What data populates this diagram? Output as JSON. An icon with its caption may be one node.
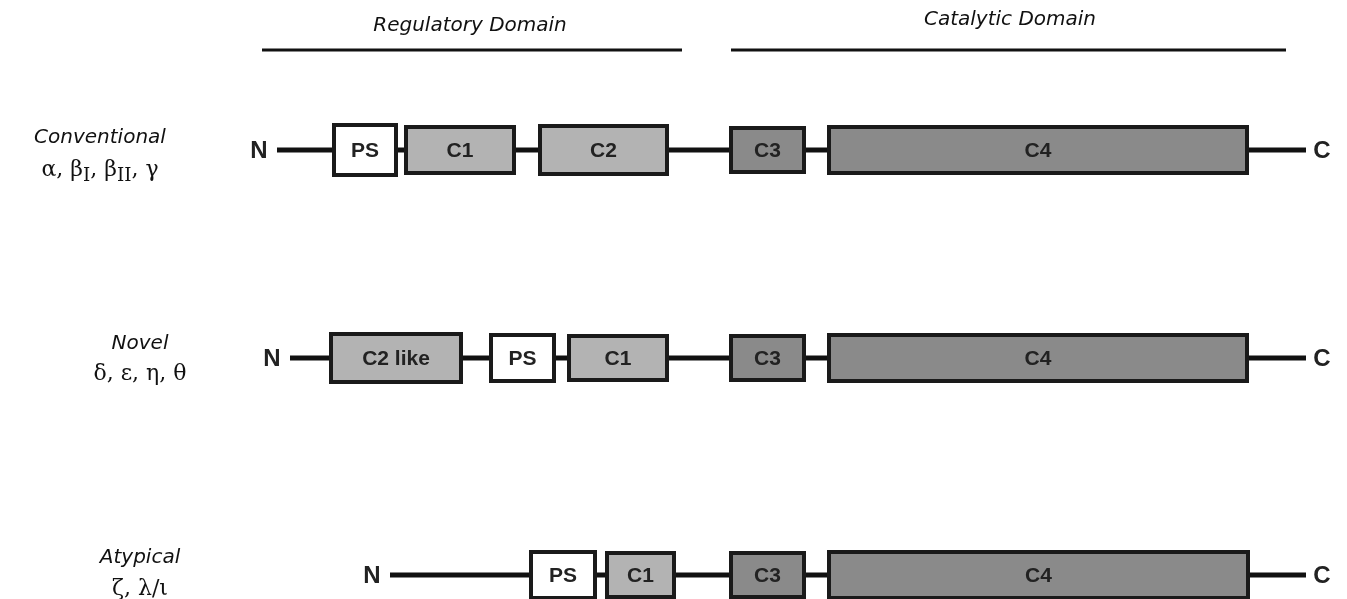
{
  "diagram": {
    "nodes": [
      {
        "text": [
          "N"
        ]
      },
      {
        "text": [
          "PS"
        ]
      },
      {
        "text": [
          "C1"
        ]
      },
      {
        "text": [
          "C2"
        ]
      },
      {
        "text": [
          "C3"
        ]
      },
      {
        "text": [
          "C4"
        ]
      },
      {
        "text": [
          "C"
        ]
      },
      {
        "text": [
          "N"
        ]
      },
      {
        "text": [
          "C2 like"
        ]
      },
      {
        "text": [
          "PS"
        ]
      },
      {
        "text": [
          "C1"
        ]
      },
      {
        "text": [
          "C3"
        ]
      },
      {
        "text": [
          "C4"
        ]
      },
      {
        "text": [
          "C"
        ]
      },
      {
        "text": [
          "N"
        ]
      },
      {
        "text": [
          "PS"
        ]
      },
      {
        "text": [
          "C1"
        ]
      },
      {
        "text": [
          "C3"
        ]
      },
      {
        "text": [
          "C4"
        ]
      },
      {
        "text": [
          "C"
        ]
      }
    ],
    "edges": [
      {
        "from": 0,
        "to": 1,
        "arrow": "none"
      },
      {
        "from": 1,
        "to": 2,
        "arrow": "none"
      },
      {
        "from": 2,
        "to": 3,
        "arrow": "none"
      },
      {
        "from": 3,
        "to": 4,
        "arrow": "none"
      },
      {
        "from": 4,
        "to": 5,
        "arrow": "none"
      },
      {
        "from": 5,
        "to": 6,
        "arrow": "none"
      },
      {
        "from": 7,
        "to": 8,
        "arrow": "none"
      },
      {
        "from": 8,
        "to": 9,
        "arrow": "none"
      },
      {
        "from": 9,
        "to": 10,
        "arrow": "none"
      },
      {
        "from": 10,
        "to": 11,
        "arrow": "none"
      },
      {
        "from": 11,
        "to": 12,
        "arrow": "none"
      },
      {
        "from": 12,
        "to": 13,
        "arrow": "none"
      },
      {
        "from": 14,
        "to": 15,
        "arrow": "none"
      },
      {
        "from": 15,
        "to": 16,
        "arrow": "none"
      },
      {
        "from": 16,
        "to": 17,
        "arrow": "none"
      },
      {
        "from": 17,
        "to": 18,
        "arrow": "none"
      },
      {
        "from": 18,
        "to": 19,
        "arrow": "none"
      }
    ],
    "labels": [
      "Regulatory Domain",
      "Catalytic Domain",
      "Conventional",
      "α, β$_{I}$, β$_{II}$, γ",
      "Novel",
      "δ, ε, η, θ",
      "Atypical",
      "ζ, λ/ι"
    ]
  }
}
